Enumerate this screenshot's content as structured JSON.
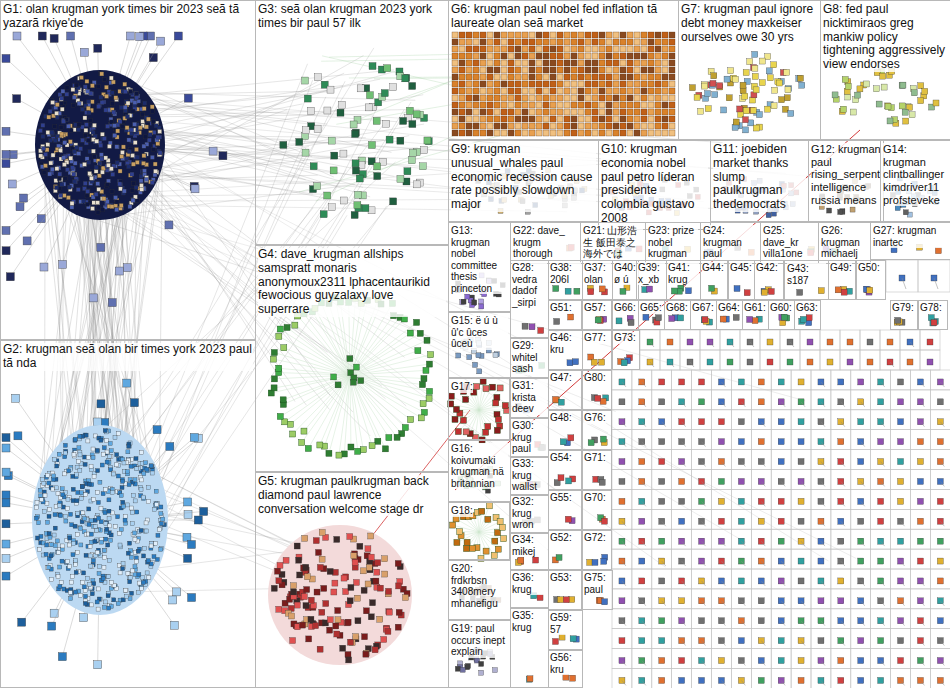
{
  "diagram": {
    "nodes": [
      {
        "text": [
          "G1: olan krugman york times bir 2023 seã tã yazarã rkiye'de"
        ]
      },
      {
        "text": [
          "G2: krugman seã olan bir times york 2023 paul tã nda"
        ]
      },
      {
        "text": [
          "G3: seã olan krugman 2023 york times bir paul 57 ilk"
        ]
      },
      {
        "text": [
          "G4: dave_krugman allships samspratt monaris anonymoux2311 lphacentaurikid fewocious guyzalaxy love superrare"
        ]
      },
      {
        "text": [
          "G5: krugman paulkrugman back diamond paul lawrence conversation welcome stage dr"
        ]
      },
      {
        "text": [
          "G6: krugman paul nobel fed inflation tã laureate olan seã market"
        ]
      },
      {
        "text": [
          "G7: krugman paul ignore debt money maxkeiser ourselves owe 30 yrs"
        ]
      },
      {
        "text": [
          "G8: fed paul nicktimiraos greg mankiw policy tightening aggressively view endorses"
        ]
      },
      {
        "text": [
          "G9: krugman unusual_whales paul economic recession cause rate possibly slowdown major"
        ]
      },
      {
        "text": [
          "G10: krugman economia nobel paul petro líderan presidente colombia gustavo 2008"
        ]
      },
      {
        "text": [
          "G11: joebiden market thanks slump paulkrugman thedemocrats"
        ]
      },
      {
        "text": [
          "G12: krugman paul rising_serpent intelligence russia means"
        ]
      },
      {
        "text": [
          "G14: krugman clintballinger kimdriver11 profsteveke"
        ]
      },
      {
        "text": [
          "G13: krugman nobel committee thesis princeton"
        ]
      },
      {
        "text": [
          "G22: dave_ krugm thorough"
        ]
      },
      {
        "text": [
          "G21: 山形浩生 飯田泰之 海外では"
        ]
      },
      {
        "text": [
          "G23: prize nobel krugman"
        ]
      },
      {
        "text": [
          "G24: krugman paul"
        ]
      },
      {
        "text": [
          "G25: dave_kr villa1one"
        ]
      },
      {
        "text": [
          "G26: krugman michaelj"
        ]
      },
      {
        "text": [
          "G27: krugman inartec"
        ]
      },
      {
        "text": [
          "G28: vedra dadof _sirpi"
        ]
      },
      {
        "text": [
          "G38: 206l"
        ]
      },
      {
        "text": [
          "G37: olan"
        ]
      },
      {
        "text": [
          "G40: ø ú"
        ]
      },
      {
        "text": [
          "G39: x_xb"
        ]
      },
      {
        "text": [
          "G41: krug"
        ]
      },
      {
        "text": [
          "G44:"
        ]
      },
      {
        "text": [
          "G45:"
        ]
      },
      {
        "text": [
          "G42:"
        ]
      },
      {
        "text": [
          "G43: s187"
        ]
      },
      {
        "text": [
          "G49:"
        ]
      },
      {
        "text": [
          "G50:"
        ]
      },
      {
        "text": [
          "G51:"
        ]
      },
      {
        "text": [
          "G57:"
        ]
      },
      {
        "text": [
          "G66:"
        ]
      },
      {
        "text": [
          "G65:"
        ]
      },
      {
        "text": [
          "G68:"
        ]
      },
      {
        "text": [
          "G67:"
        ]
      },
      {
        "text": [
          "G64:"
        ]
      },
      {
        "text": [
          "G61:"
        ]
      },
      {
        "text": [
          "G60:"
        ]
      },
      {
        "text": [
          "G63:"
        ]
      },
      {
        "text": [
          "G79:"
        ]
      },
      {
        "text": [
          "G78:"
        ]
      },
      {
        "text": [
          "G15: ë ú ù û'c ûces ûceù"
        ]
      },
      {
        "text": [
          "G17:"
        ]
      },
      {
        "text": [
          "G16: koivumaki krugman nä britannian"
        ]
      },
      {
        "text": [
          "G18:"
        ]
      },
      {
        "text": [
          "G20: frdkrbsn 3408mery mhanefigu"
        ]
      },
      {
        "text": [
          "G19: paul occurs inept explain"
        ]
      },
      {
        "text": [
          "G29: whitel sash"
        ]
      },
      {
        "text": [
          "G31: krista deev"
        ]
      },
      {
        "text": [
          "G30: krug paul"
        ]
      },
      {
        "text": [
          "G33: krug wallst"
        ]
      },
      {
        "text": [
          "G32: krug wron"
        ]
      },
      {
        "text": [
          "G34: mikej"
        ]
      },
      {
        "text": [
          "G36: krug"
        ]
      },
      {
        "text": [
          "G35: krug"
        ]
      },
      {
        "text": [
          "G46: kru"
        ]
      },
      {
        "text": [
          "G47:"
        ]
      },
      {
        "text": [
          "G48:"
        ]
      },
      {
        "text": [
          "G54:"
        ]
      },
      {
        "text": [
          "G55:"
        ]
      },
      {
        "text": [
          "G52:"
        ]
      },
      {
        "text": [
          "G53:"
        ]
      },
      {
        "text": [
          "G59: 57"
        ]
      },
      {
        "text": [
          "G56: kru"
        ]
      },
      {
        "text": [
          "G77:"
        ]
      },
      {
        "text": [
          "G80:"
        ]
      },
      {
        "text": [
          "G76:"
        ]
      },
      {
        "text": [
          "G71:"
        ]
      },
      {
        "text": [
          "G70:"
        ]
      },
      {
        "text": [
          "G72:"
        ]
      },
      {
        "text": [
          "G75: paul"
        ]
      },
      {
        "text": [
          "G73:"
        ]
      }
    ]
  }
}
